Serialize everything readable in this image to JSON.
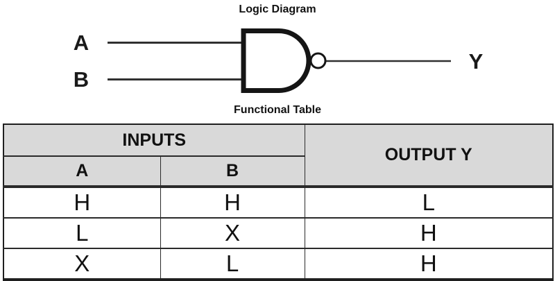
{
  "logic_diagram": {
    "title": "Logic Diagram",
    "input_a_label": "A",
    "input_b_label": "B",
    "output_label": "Y"
  },
  "functional_table": {
    "title": "Functional Table",
    "header": {
      "inputs_group_label": "INPUTS",
      "output_label": "OUTPUT Y",
      "column_a_label": "A",
      "column_b_label": "B"
    },
    "rows": [
      {
        "a": "H",
        "b": "H",
        "y": "L"
      },
      {
        "a": "L",
        "b": "X",
        "y": "H"
      },
      {
        "a": "X",
        "b": "L",
        "y": "H"
      }
    ]
  },
  "colors": {
    "header_bg": "#d9d9d9",
    "table_border": "#1f1f1f",
    "wire": "#303030",
    "gate_stroke": "#151515",
    "text": "#111111",
    "background": "#ffffff"
  }
}
